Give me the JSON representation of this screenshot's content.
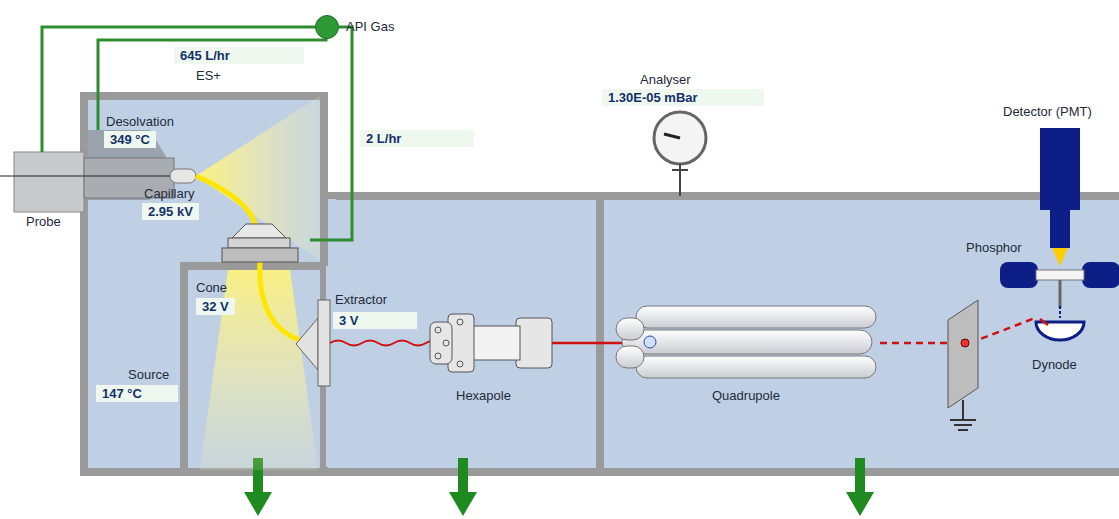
{
  "diagram": {
    "nodes": [
      {
        "text": [
          "API Gas"
        ]
      },
      {
        "text": [
          "Probe"
        ]
      },
      {
        "text": [
          "Cone",
          "32 V"
        ]
      }
    ],
    "edges": [
      {
        "from": 0,
        "to": 1,
        "arrow": "none",
        "label": "645 L/hr"
      },
      {
        "from": 0,
        "to": 2,
        "arrow": "none",
        "label": "2 L/hr"
      }
    ],
    "labels": [
      "ES+",
      "Desolvation",
      "349 °C",
      "Capillary",
      "2.95 kV",
      "Analyser",
      "1.30E-05 mBar",
      "Detector (PMT)",
      "Phosphor",
      "Extractor",
      "3 V",
      "Hexapole",
      "Quadrupole",
      "Dynode",
      "Source",
      "147 °C"
    ]
  }
}
